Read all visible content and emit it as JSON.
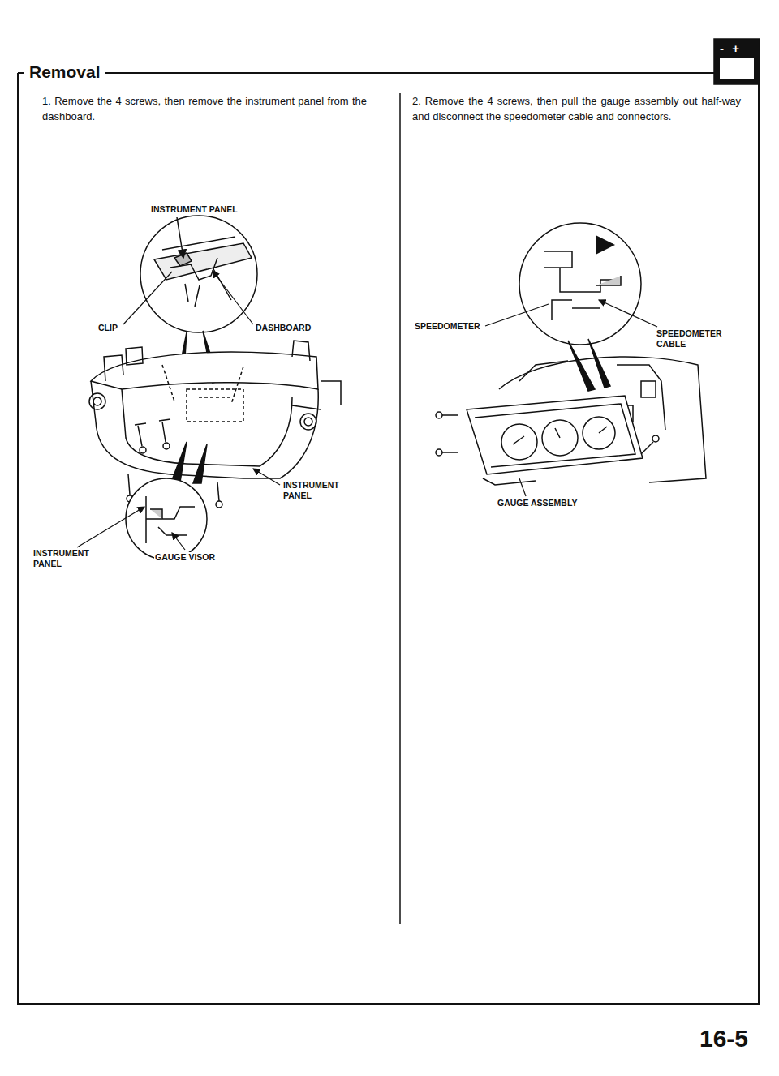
{
  "diagram": {
    "title": "Removal",
    "labels": [
      "- +",
      "1. Remove the 4 screws, then remove the instrument panel from the dashboard.",
      "INSTRUMENT PANEL",
      "CLIP",
      "DASHBOARD",
      "INSTRUMENT PANEL",
      "INSTRUMENT PANEL",
      "GAUGE VISOR",
      "2. Remove the 4 screws, then pull the gauge assembly out half-way and disconnect the speedometer cable and connectors.",
      "SPEEDOMETER",
      "SPEEDOMETER CABLE",
      "GAUGE ASSEMBLY",
      "16-5"
    ]
  }
}
